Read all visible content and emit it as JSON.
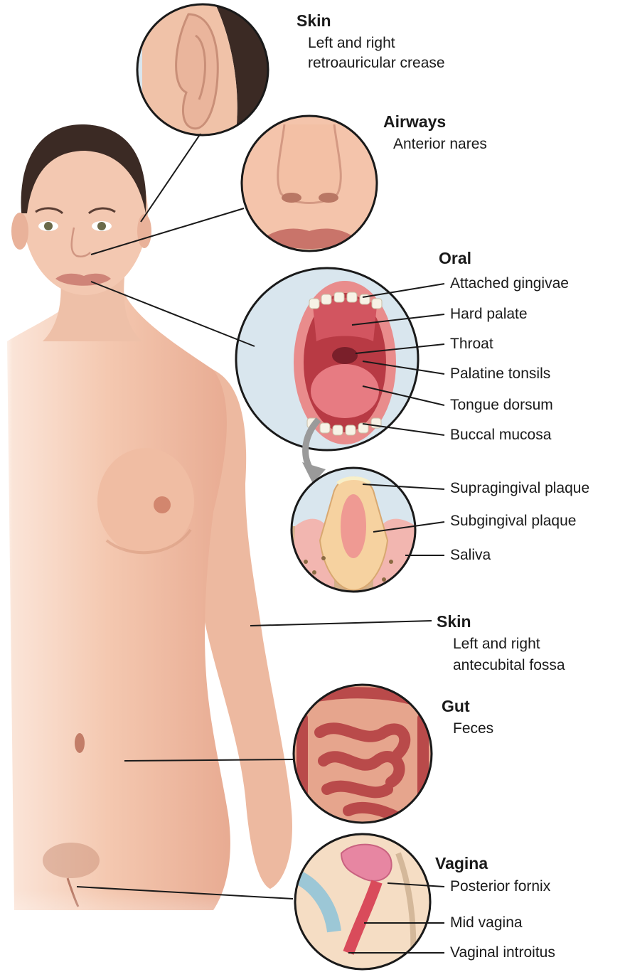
{
  "sites": {
    "skin_ear": {
      "heading": "Skin",
      "line1": "Left and right",
      "line2": "retroauricular crease"
    },
    "airways": {
      "heading": "Airways",
      "line1": "Anterior nares"
    },
    "oral": {
      "heading": "Oral",
      "items": [
        "Attached gingivae",
        "Hard palate",
        "Throat",
        "Palatine tonsils",
        "Tongue dorsum",
        "Buccal mucosa"
      ],
      "detail_items": [
        "Supragingival plaque",
        "Subgingival plaque",
        "Saliva"
      ]
    },
    "skin_arm": {
      "heading": "Skin",
      "line1": "Left and right",
      "line2": "antecubital fossa"
    },
    "gut": {
      "heading": "Gut",
      "line1": "Feces"
    },
    "vagina": {
      "heading": "Vagina",
      "items": [
        "Posterior fornix",
        "Mid vagina",
        "Vaginal introitus"
      ]
    }
  },
  "colors": {
    "skin": "#f1c2a8",
    "skin_shadow": "#d99c82",
    "hair": "#3b2a24",
    "leader": "#1a1a1a",
    "circle_border": "#1a1a1a",
    "mouth_inner": "#c2404a",
    "gum": "#e88a8a",
    "intestine": "#b94a4a"
  }
}
